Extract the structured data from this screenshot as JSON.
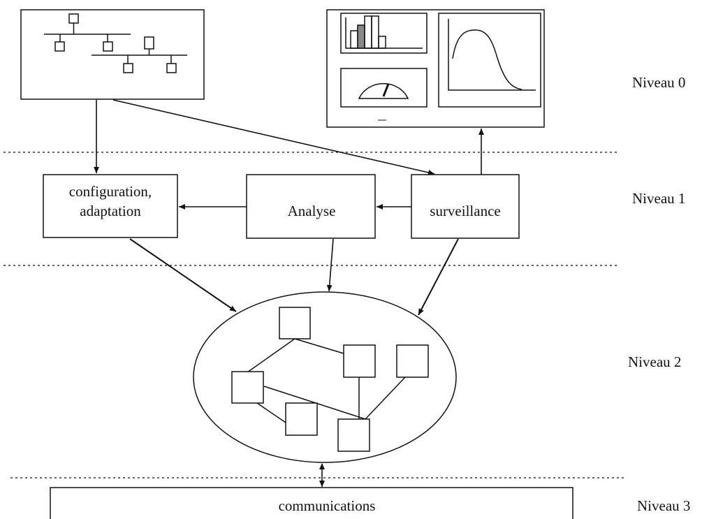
{
  "levels": {
    "level0": "Niveau 0",
    "level1": "Niveau 1",
    "level2": "Niveau 2",
    "level3": "Niveau 3"
  },
  "boxes": {
    "configuration_line1": "configuration,",
    "configuration_line2": "adaptation",
    "analyse": "Analyse",
    "surveillance": "surveillance",
    "communications": "communications"
  },
  "colors": {
    "stroke": "#111111",
    "background": "#ffffff",
    "bar_fill": "#888888"
  }
}
